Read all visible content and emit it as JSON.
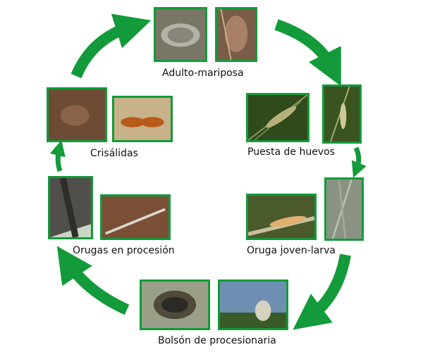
{
  "stages": {
    "adult": "Adulto-mariposa",
    "eggs": "Puesta de huevos",
    "larva": "Oruga joven-larva",
    "nest": "Bolsón de procesionaria",
    "procession": "Orugas en procesión",
    "pupae": "Crisálidas"
  },
  "colors": {
    "arrow": "#139a3a",
    "frame": "#139a3a"
  }
}
